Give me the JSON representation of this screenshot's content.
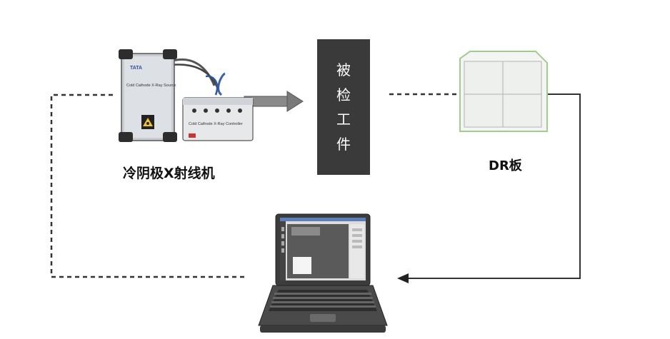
{
  "xray_machine": {
    "caption": "冷阴极X射线机",
    "source_label": "Cold Cathode X-Ray Source",
    "controller_label": "Cold Cathode X-Ray Controller"
  },
  "workpiece": {
    "chars": [
      "被",
      "检",
      "工",
      "件"
    ]
  },
  "detector": {
    "caption": "DR板"
  },
  "colors": {
    "workpiece_box": "#3a3a3a",
    "connector_line": "#333333",
    "detector_border": "#9ecf8a"
  }
}
